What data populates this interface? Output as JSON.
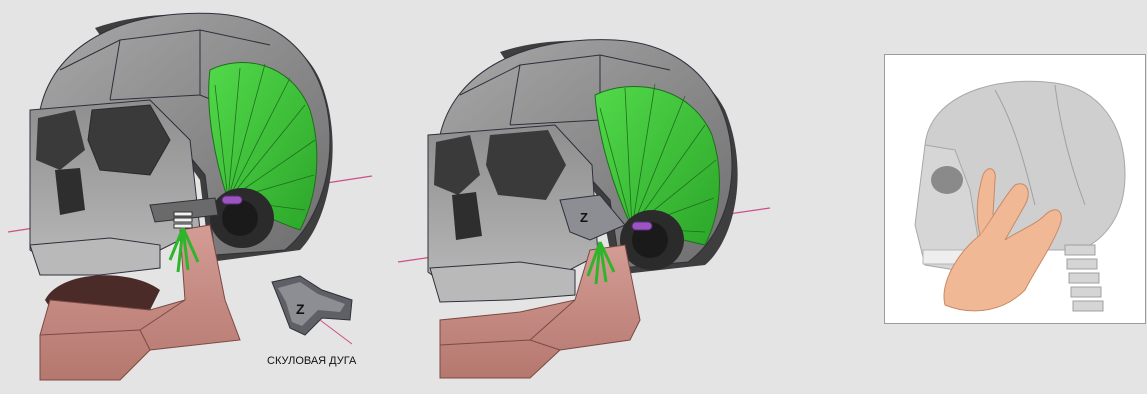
{
  "labels": {
    "zygomatic_letter_left": "Z",
    "zygomatic_letter_right": "Z",
    "zygomatic_arch_caption": "СКУЛОВАЯ ДУГА"
  },
  "colors": {
    "background": "#e4e4e4",
    "bone_light": "#9d9d9d",
    "bone_dark": "#3e3e3e",
    "temporalis_muscle": "#3fbe3a",
    "mandible": "#c88c86",
    "axis_line": "#cc4f8a",
    "pin": "#9b55c0"
  }
}
